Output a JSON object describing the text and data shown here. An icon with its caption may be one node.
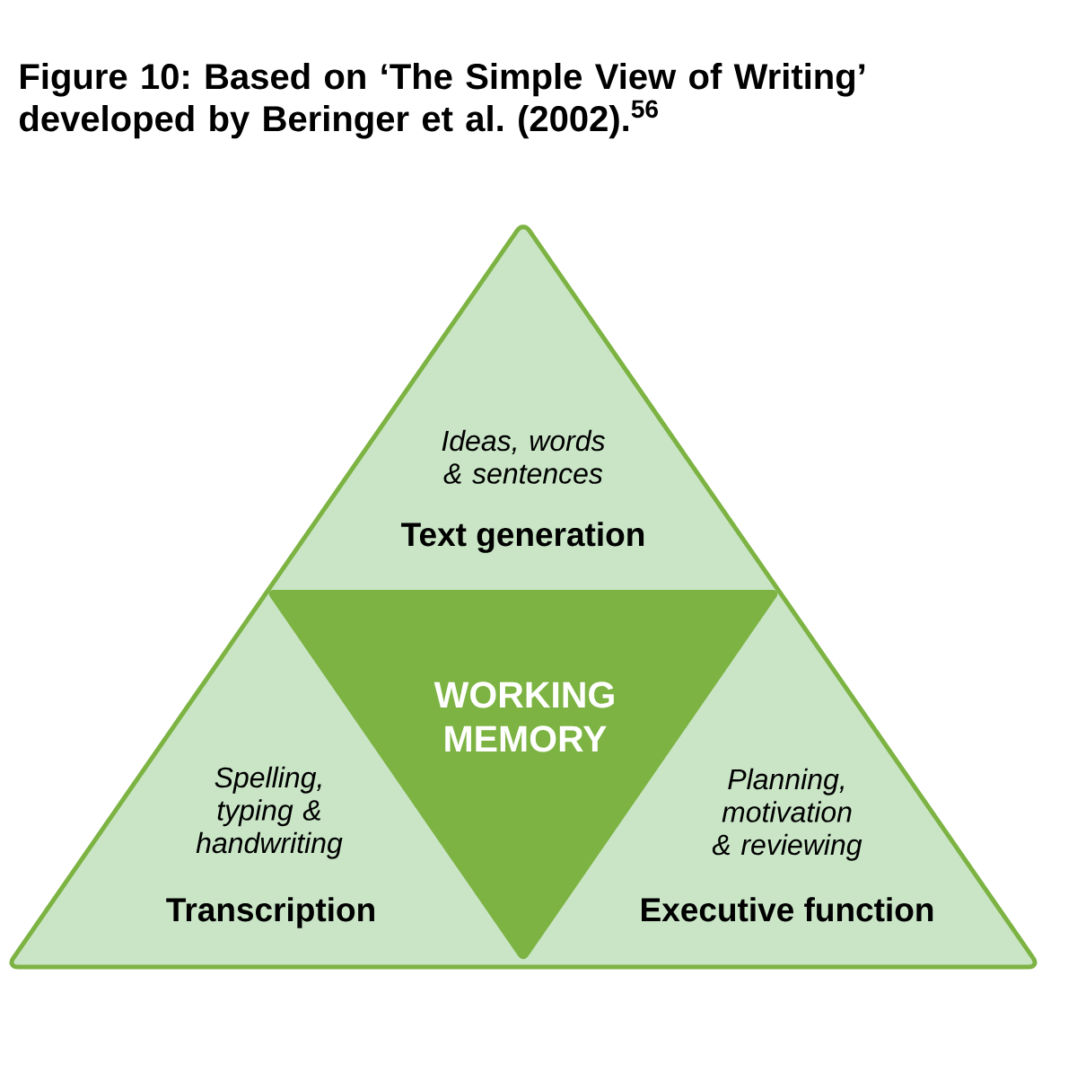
{
  "diagram": {
    "title": "Figure 10: Based on ‘The Simple View of Writing’ developed by Beringer et al. (2002).$^{56}$",
    "nodes": [
      {
        "text": [
          "Ideas, words & sentences",
          "Text generation",
          "Spelling, typing & handwriting",
          "Transcription",
          "Planning, motivation & reviewing",
          "Executive function"
        ]
      },
      {
        "text": [
          "WORKING MEMORY"
        ],
        "in": 0
      }
    ]
  }
}
